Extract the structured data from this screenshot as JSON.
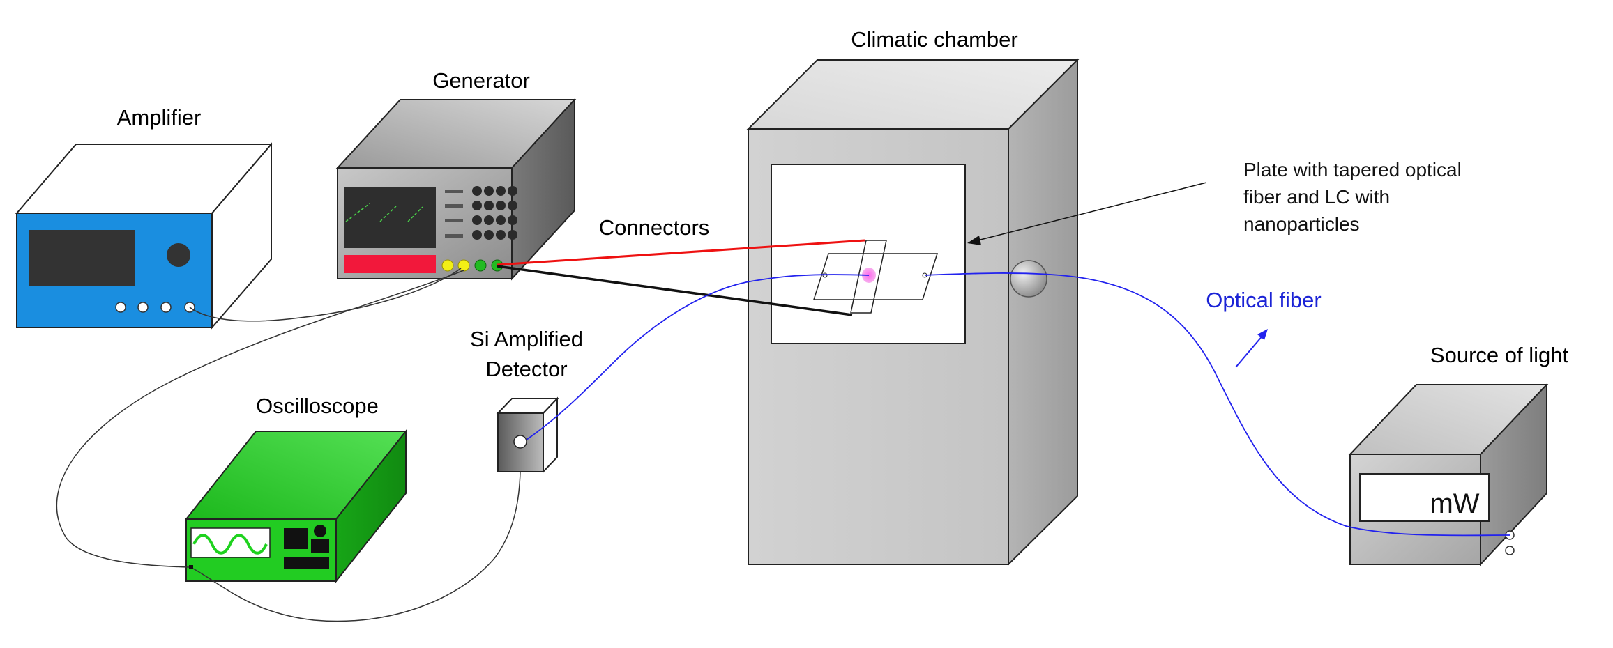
{
  "labels": {
    "amplifier": "Amplifier",
    "generator": "Generator",
    "connectors": "Connectors",
    "climatic_chamber": "Climatic chamber",
    "plate_line1": "Plate with tapered optical",
    "plate_line2": "fiber and LC with",
    "plate_line3": "nanoparticles",
    "optical_fiber": "Optical fiber",
    "source_of_light": "Source of light",
    "detector_line1": "Si Amplified",
    "detector_line2": "Detector",
    "oscilloscope": "Oscilloscope",
    "power_unit": "mW"
  },
  "colors": {
    "amplifier_front": "#1a8ee0",
    "oscilloscope_body": "#22cc22",
    "oscilloscope_wave": "#1fd21f",
    "generator_bar": "#f2183b",
    "red_wire": "#ee1111",
    "fiber_blue": "#2222ee",
    "optical_fiber_label": "#1b23d6",
    "sample_spot": "#ee55dd"
  }
}
